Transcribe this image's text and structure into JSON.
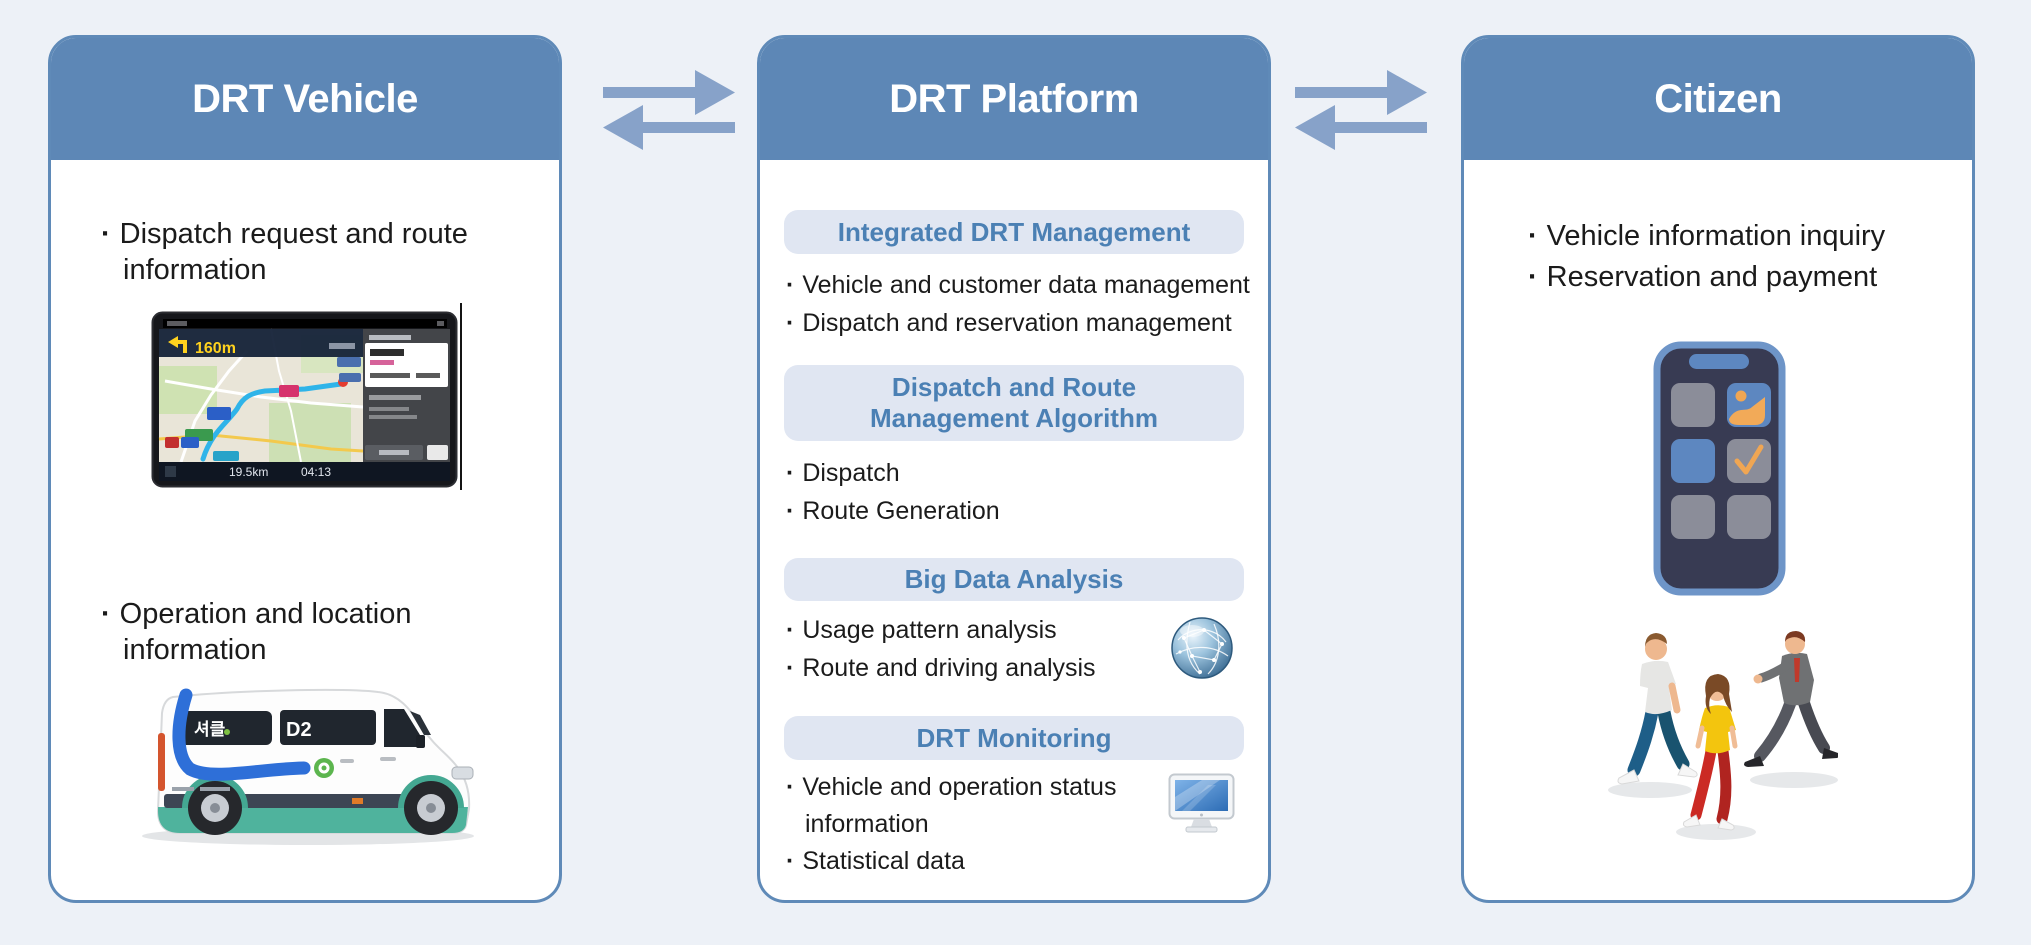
{
  "colors": {
    "page_background": "#edf1f7",
    "panel_header_blue": "#5d87b6",
    "panel_border_blue": "#5f8ab8",
    "pill_background": "#e0e6f2",
    "pill_text_blue": "#4b80b4",
    "body_text": "#1b1b1b",
    "arrow_blue": "#87a2c9",
    "van_accent_teal": "#4fb39d",
    "van_stripe_blue": "#2e6fd8",
    "phone_frame_blue": "#6e95c8"
  },
  "icons": {
    "left_link": "bidirectional-exchange-arrows",
    "right_link": "bidirectional-exchange-arrows",
    "big_data": "globe-network-icon",
    "monitoring": "desktop-monitor-icon"
  },
  "panels": {
    "vehicle": {
      "title": "DRT Vehicle",
      "bullet_top": "Dispatch request and route information",
      "bullet_bottom": "Operation and location information",
      "nav_screen": {
        "turn_distance": "160m",
        "trip_distance": "19.5km",
        "arrival_time": "04:13"
      },
      "van": {
        "brand_label": "셔클",
        "route_label": "D2"
      }
    },
    "platform": {
      "title": "DRT Platform",
      "sections": [
        {
          "pill": "Integrated DRT Management",
          "bullets": [
            "Vehicle and customer data management",
            "Dispatch and reservation management"
          ]
        },
        {
          "pill": "Dispatch and Route Management Algorithm",
          "bullets": [
            "Dispatch",
            "Route Generation"
          ]
        },
        {
          "pill": "Big Data Analysis",
          "bullets": [
            "Usage pattern analysis",
            "Route and driving analysis"
          ]
        },
        {
          "pill": "DRT Monitoring",
          "bullets": [
            "Vehicle and operation status information",
            "Statistical data"
          ]
        }
      ]
    },
    "citizen": {
      "title": "Citizen",
      "bullets": [
        "Vehicle information inquiry",
        "Reservation and payment"
      ]
    }
  }
}
